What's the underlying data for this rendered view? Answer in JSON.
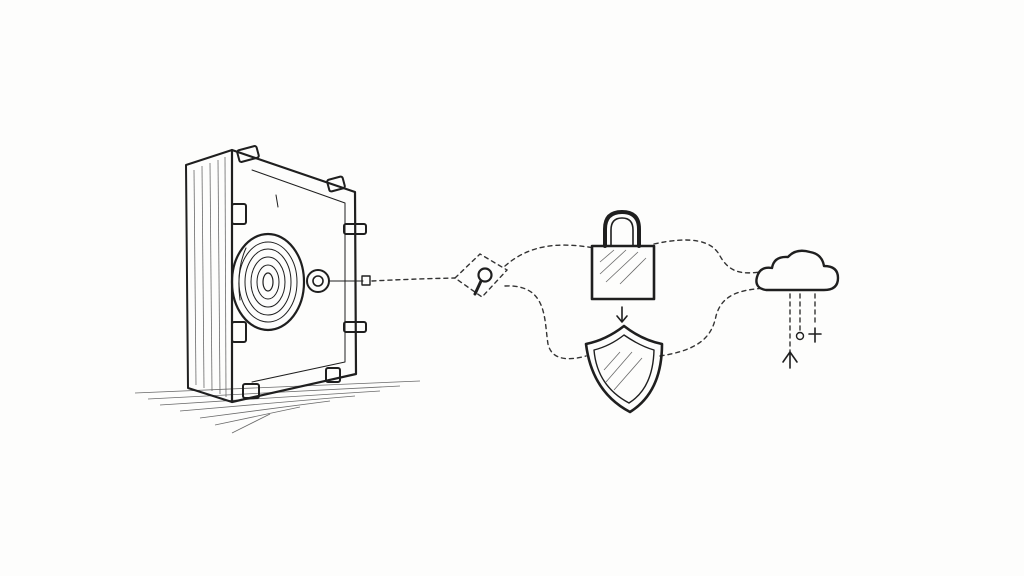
{
  "diagram": {
    "nodes": [
      {
        "id": "vault",
        "icon": "vault-safe-icon"
      },
      {
        "id": "key",
        "icon": "key-icon"
      },
      {
        "id": "lock",
        "icon": "padlock-icon"
      },
      {
        "id": "shield",
        "icon": "shield-icon"
      },
      {
        "id": "cloud",
        "icon": "cloud-icon"
      }
    ],
    "connections": [
      {
        "from": "vault",
        "to": "key",
        "style": "dashed"
      },
      {
        "from": "key",
        "to": "lock",
        "style": "dashed"
      },
      {
        "from": "key",
        "to": "shield",
        "style": "dashed"
      },
      {
        "from": "lock",
        "to": "shield",
        "style": "arrow"
      },
      {
        "from": "lock",
        "to": "cloud",
        "style": "dashed"
      },
      {
        "from": "shield",
        "to": "cloud",
        "style": "dashed"
      }
    ],
    "colors": {
      "ink": "#1f1f1f",
      "paper": "#fdfdfc",
      "vault_face": "#f6f0e8"
    }
  }
}
